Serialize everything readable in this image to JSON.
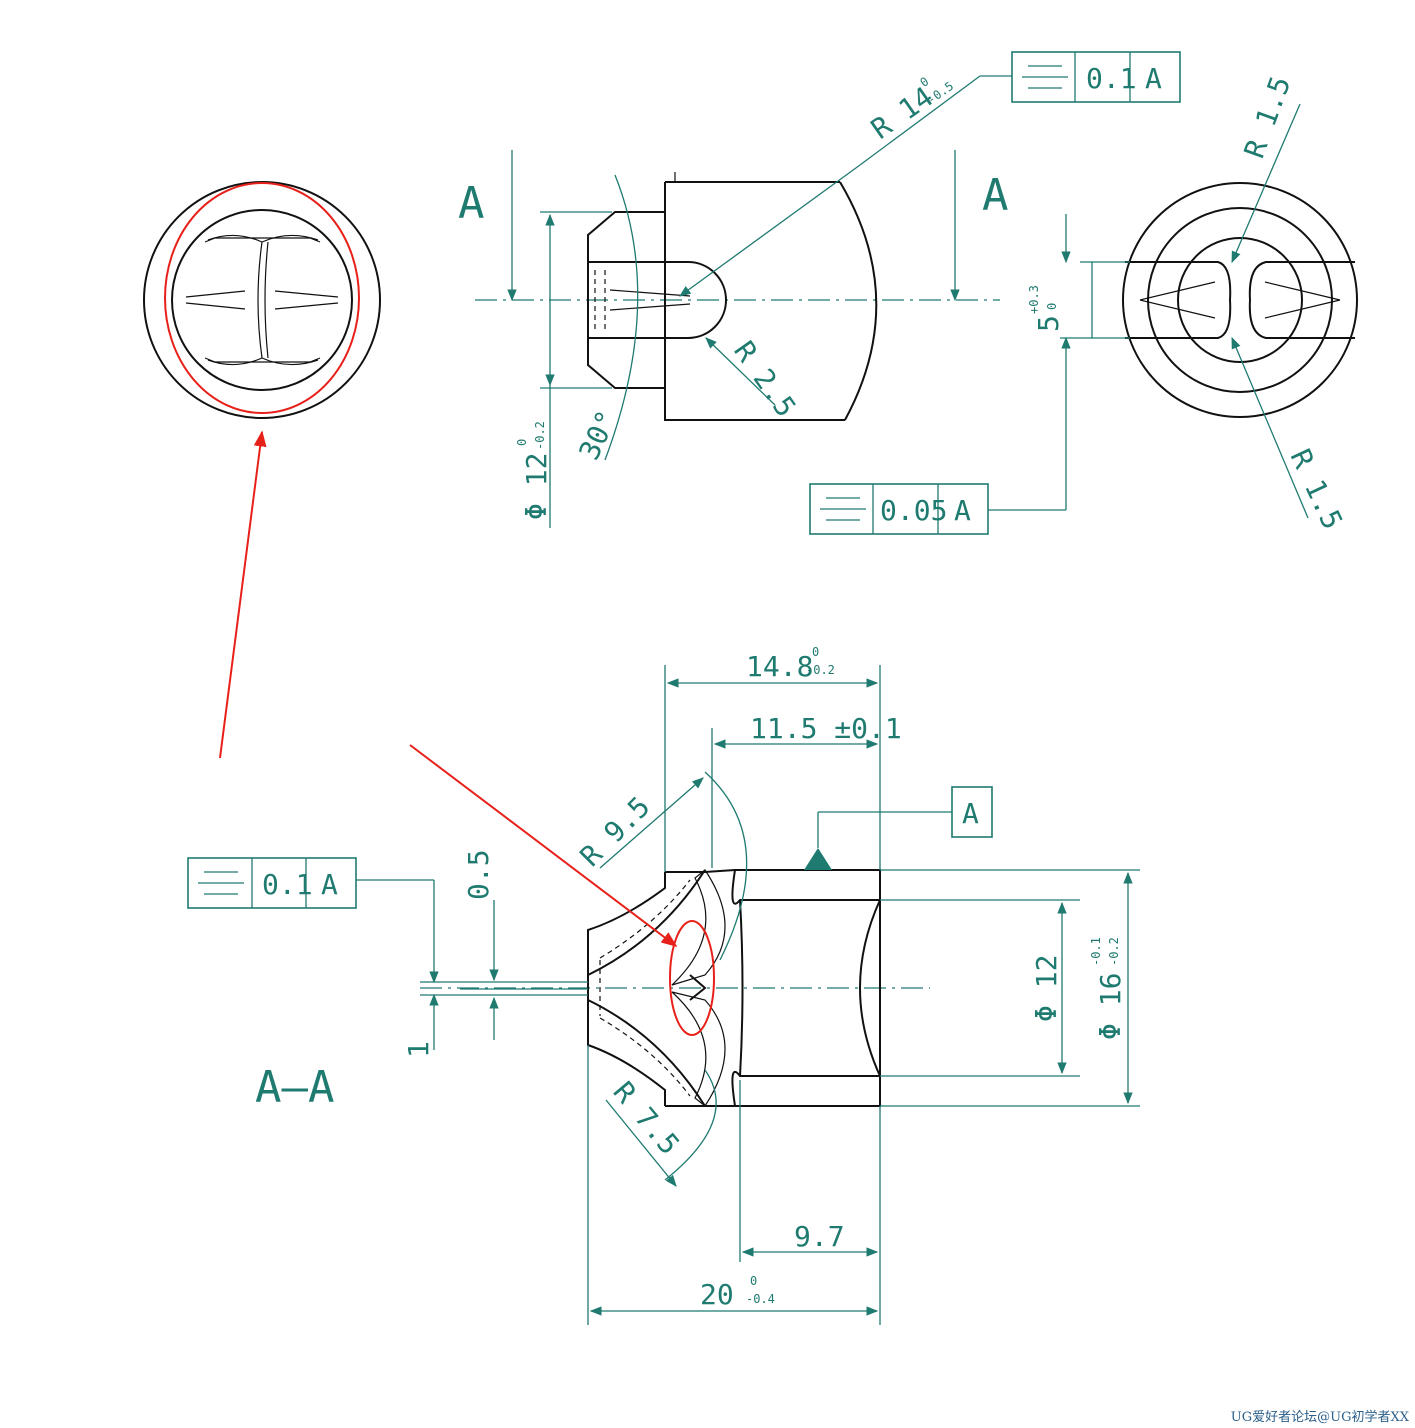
{
  "labels": {
    "section_left": "A",
    "section_right": "A",
    "section_title": "A–A",
    "r14": "R 14",
    "r14_upper": "0",
    "r14_lower": "-0.5",
    "r25": "R 2.5",
    "phi12": "Φ 12",
    "phi12_upper": "0",
    "phi12_lower": "-0.2",
    "deg30": "30°",
    "r15_top": "R 1.5",
    "r15_bottom": "R 1.5",
    "dim5": "5",
    "dim5_upper": "+0.3",
    "dim5_lower": "0",
    "len148": "14.8",
    "len148_upper": "0",
    "len148_lower": "-0.2",
    "len115": "11.5 ±0.1",
    "r95": "R 9.5",
    "r75": "R 7.5",
    "dim05": "0.5",
    "dim1": "1",
    "phi12_sec": "Φ 12",
    "phi16": "Φ 16",
    "phi16_upper": "-0.1",
    "phi16_lower": "-0.2",
    "dim97": "9.7",
    "len20": "20",
    "len20_upper": "0",
    "len20_lower": "-0.4",
    "datum_a": "A"
  },
  "frames": [
    {
      "symbol": "symmetry",
      "tolerance": "0.1",
      "datum": "A"
    },
    {
      "symbol": "symmetry",
      "tolerance": "0.05",
      "datum": "A"
    },
    {
      "symbol": "symmetry",
      "tolerance": "0.1",
      "datum": "A"
    }
  ],
  "colors": {
    "dimension": "#1f7a70",
    "outline": "#111111",
    "annotation": "#e8201a"
  },
  "watermark": "UG爱好者论坛@UG初学者XX"
}
